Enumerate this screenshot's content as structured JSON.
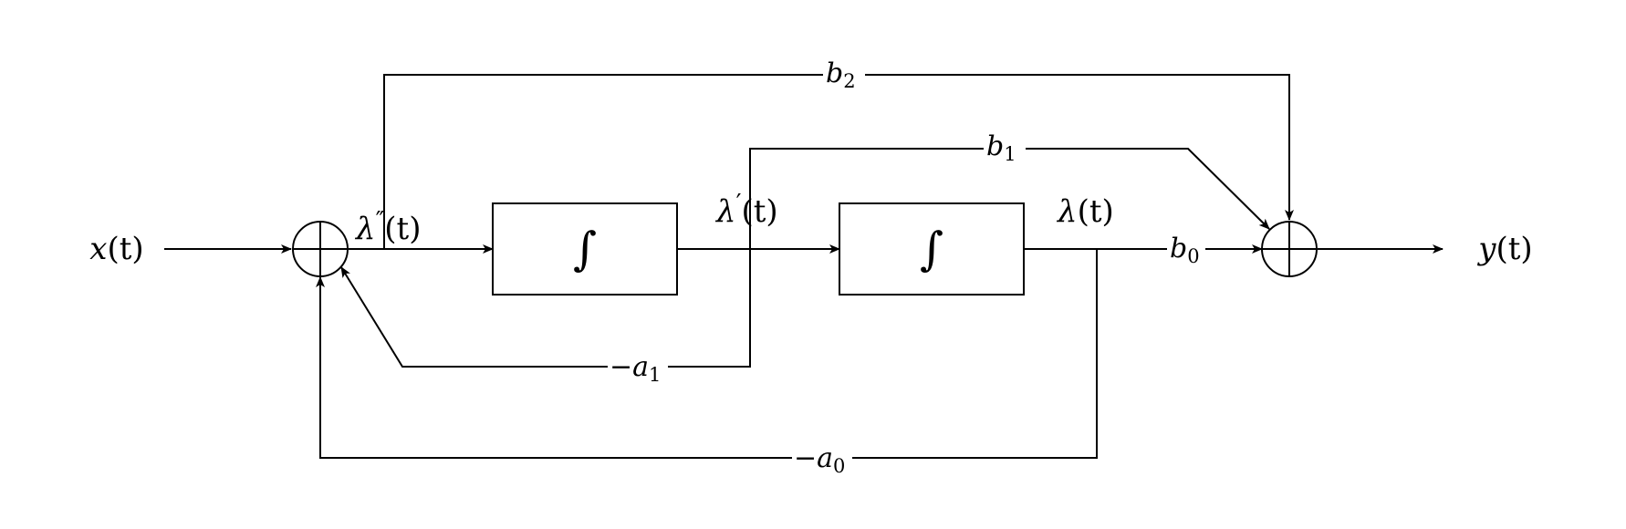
{
  "diagram": {
    "input": {
      "var": "x",
      "arg": "(t)"
    },
    "output": {
      "var": "y",
      "arg": "(t)"
    },
    "blocks": [
      {
        "symbol": "∫"
      },
      {
        "symbol": "∫"
      }
    ],
    "signals": {
      "second_derivative": {
        "var": "λ",
        "mark": "″",
        "arg": "(t)"
      },
      "first_derivative": {
        "var": "λ",
        "mark": "′",
        "arg": "(t)"
      },
      "state": {
        "var": "λ",
        "arg": "(t)"
      }
    },
    "gains": {
      "b2": {
        "var": "b",
        "sub": "2"
      },
      "b1": {
        "var": "b",
        "sub": "1"
      },
      "b0": {
        "var": "b",
        "sub": "0"
      },
      "a1": {
        "sign": "−",
        "var": "a",
        "sub": "1"
      },
      "a0": {
        "sign": "−",
        "var": "a",
        "sub": "0"
      }
    }
  }
}
